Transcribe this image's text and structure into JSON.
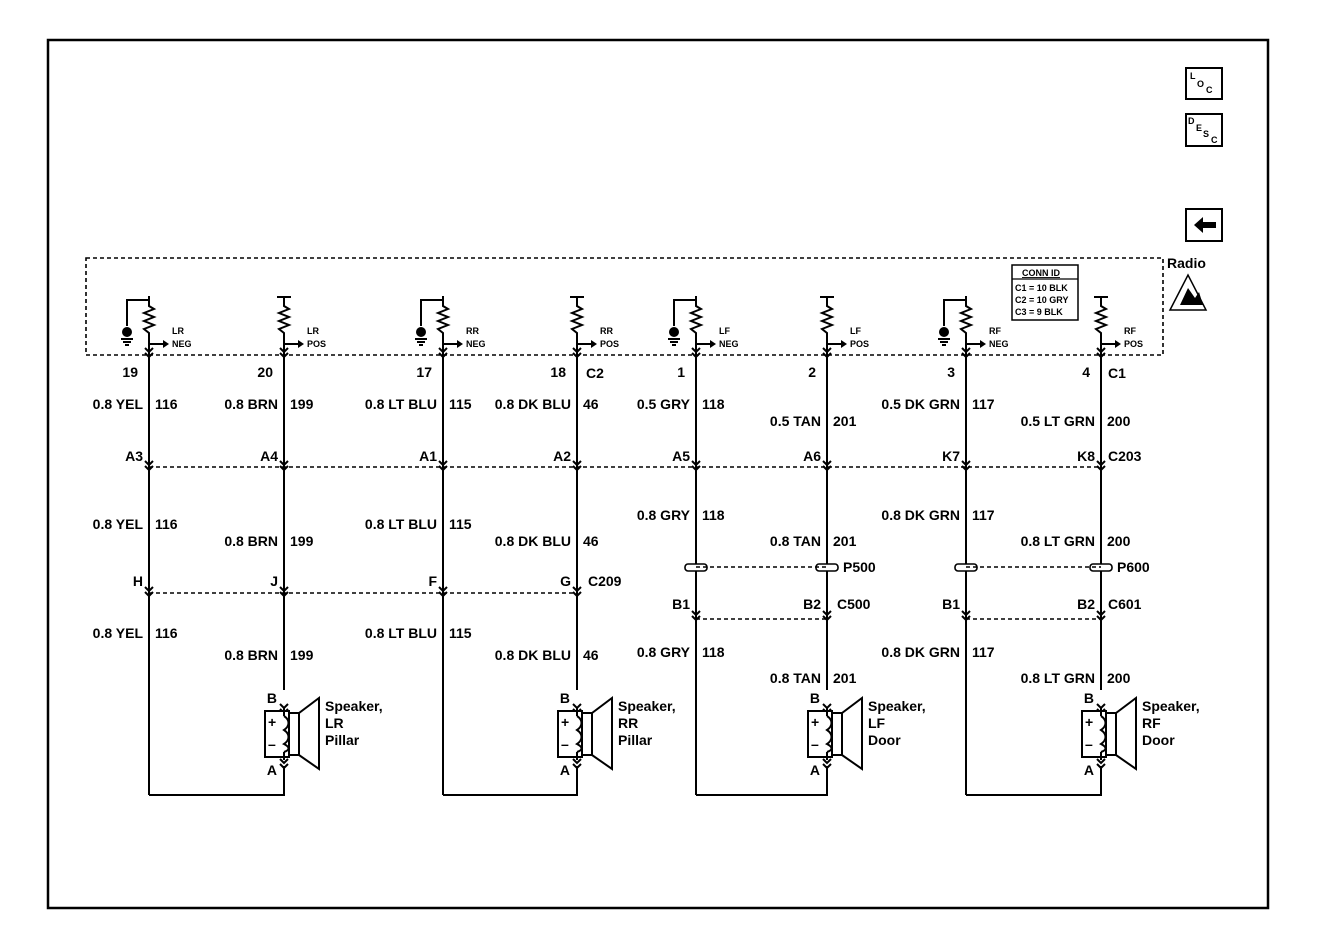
{
  "nav": {
    "loc_label": [
      "L",
      "O",
      "C"
    ],
    "desc_label": [
      "D",
      "E",
      "S",
      "C"
    ],
    "back_icon": "left-arrow-icon"
  },
  "radio": {
    "label": "Radio",
    "conn_id": {
      "title": "CONN ID",
      "lines": [
        "C1 = 10 BLK",
        "C2 = 10 GRY",
        "C3 = 9 BLK"
      ]
    },
    "esd_icon": "esd-warning-icon",
    "channels": [
      {
        "top": "LR",
        "bottom": "NEG"
      },
      {
        "top": "LR",
        "bottom": "POS"
      },
      {
        "top": "RR",
        "bottom": "NEG"
      },
      {
        "top": "RR",
        "bottom": "POS"
      },
      {
        "top": "LF",
        "bottom": "NEG"
      },
      {
        "top": "LF",
        "bottom": "POS"
      },
      {
        "top": "RF",
        "bottom": "NEG"
      },
      {
        "top": "RF",
        "bottom": "POS"
      }
    ]
  },
  "wires": [
    {
      "pin": "19",
      "seg1": {
        "size": "0.8 YEL",
        "circuit": "116"
      },
      "mid1": "A3",
      "seg2": {
        "size": "0.8 YEL",
        "circuit": "116"
      },
      "mid2": "H",
      "seg3": {
        "size": "0.8 YEL",
        "circuit": "116"
      }
    },
    {
      "pin": "20",
      "seg1": {
        "size": "0.8 BRN",
        "circuit": "199"
      },
      "mid1": "A4",
      "seg2": {
        "size": "0.8 BRN",
        "circuit": "199"
      },
      "mid2": "J",
      "seg3": {
        "size": "0.8 BRN",
        "circuit": "199"
      }
    },
    {
      "pin": "17",
      "seg1": {
        "size": "0.8 LT BLU",
        "circuit": "115"
      },
      "mid1": "A1",
      "seg2": {
        "size": "0.8 LT BLU",
        "circuit": "115"
      },
      "mid2": "F",
      "seg3": {
        "size": "0.8 LT BLU",
        "circuit": "115"
      }
    },
    {
      "pin": "18",
      "seg1": {
        "size": "0.8 DK BLU",
        "circuit": "46"
      },
      "mid1": "A2",
      "seg2": {
        "size": "0.8 DK BLU",
        "circuit": "46"
      },
      "mid2": "G",
      "seg3": {
        "size": "0.8 DK BLU",
        "circuit": "46"
      }
    },
    {
      "pin": "1",
      "seg1": {
        "size": "0.5 GRY",
        "circuit": "118"
      },
      "mid1": "A5",
      "seg2": {
        "size": "0.8 GRY",
        "circuit": "118"
      },
      "mid2": "B1",
      "seg3": {
        "size": "0.8 GRY",
        "circuit": "118"
      }
    },
    {
      "pin": "2",
      "seg1": {
        "size": "0.5 TAN",
        "circuit": "201"
      },
      "mid1": "A6",
      "seg2": {
        "size": "0.8 TAN",
        "circuit": "201"
      },
      "mid2": "B2",
      "seg3": {
        "size": "0.8 TAN",
        "circuit": "201"
      }
    },
    {
      "pin": "3",
      "seg1": {
        "size": "0.5 DK GRN",
        "circuit": "117"
      },
      "mid1": "K7",
      "seg2": {
        "size": "0.8 DK GRN",
        "circuit": "117"
      },
      "mid2": "B1",
      "seg3": {
        "size": "0.8 DK GRN",
        "circuit": "117"
      }
    },
    {
      "pin": "4",
      "seg1": {
        "size": "0.5 LT GRN",
        "circuit": "200"
      },
      "mid1": "K8",
      "seg2": {
        "size": "0.8 LT GRN",
        "circuit": "200"
      },
      "mid2": "B2",
      "seg3": {
        "size": "0.8 LT GRN",
        "circuit": "200"
      }
    }
  ],
  "connectors": {
    "radio_c2": "C2",
    "radio_c1": "C1",
    "inline1": "C203",
    "inline2_left": "C209",
    "splice_lf": "P500",
    "splice_rf": "P600",
    "door_lf": "C500",
    "door_rf": "C601"
  },
  "speakers": [
    {
      "pin_top": "B",
      "pin_bottom": "A",
      "lines": [
        "Speaker,",
        "LR",
        "Pillar"
      ]
    },
    {
      "pin_top": "B",
      "pin_bottom": "A",
      "lines": [
        "Speaker,",
        "RR",
        "Pillar"
      ]
    },
    {
      "pin_top": "B",
      "pin_bottom": "A",
      "lines": [
        "Speaker,",
        "LF",
        "Door"
      ]
    },
    {
      "pin_top": "B",
      "pin_bottom": "A",
      "lines": [
        "Speaker,",
        "RF",
        "Door"
      ]
    }
  ]
}
